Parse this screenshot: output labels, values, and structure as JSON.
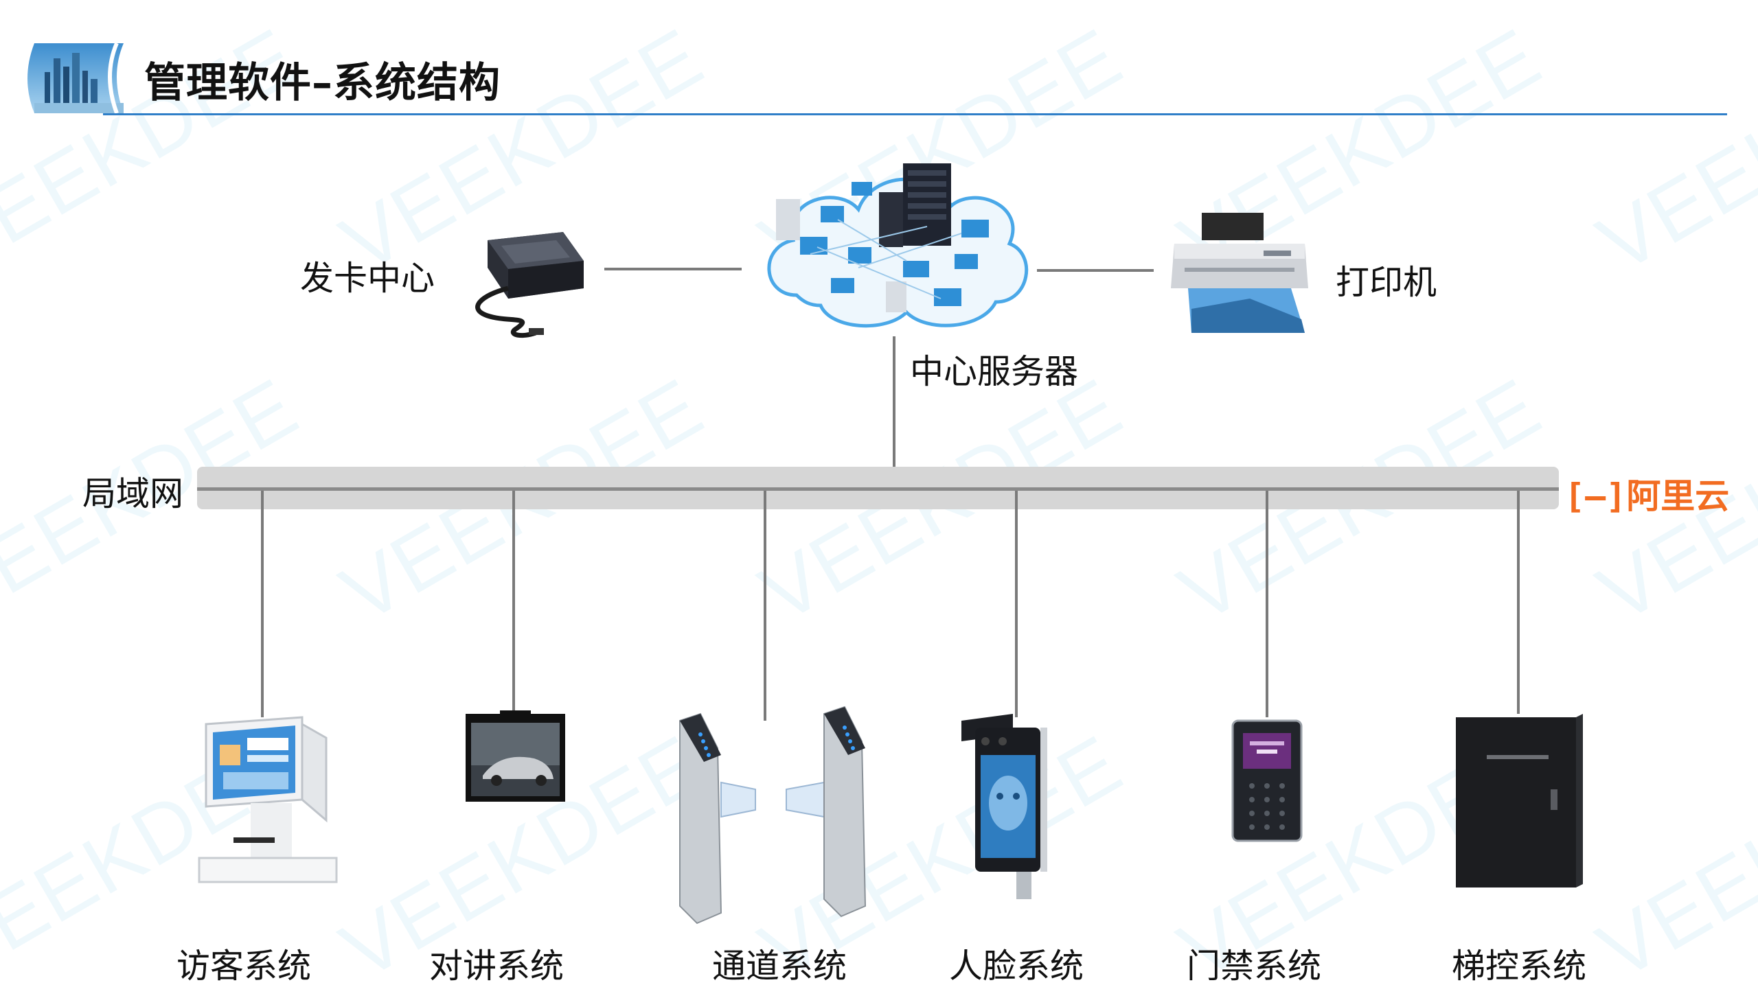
{
  "header": {
    "title": "管理软件–系统结构"
  },
  "watermark": "VEEKDEE",
  "nodes": {
    "card_issuer": "发卡中心",
    "server": "中心服务器",
    "printer": "打印机",
    "lan": "局域网",
    "cloud_brand": "阿里云"
  },
  "systems": [
    {
      "label": "访客系统"
    },
    {
      "label": "对讲系统"
    },
    {
      "label": "通道系统"
    },
    {
      "label": "人脸系统"
    },
    {
      "label": "门禁系统"
    },
    {
      "label": "梯控系统"
    }
  ],
  "colors": {
    "title_rule": "#2f7fc8",
    "lan_bar": "#d6d6d6",
    "brand_orange": "#f26c21",
    "watermark": "#78c8e6"
  }
}
